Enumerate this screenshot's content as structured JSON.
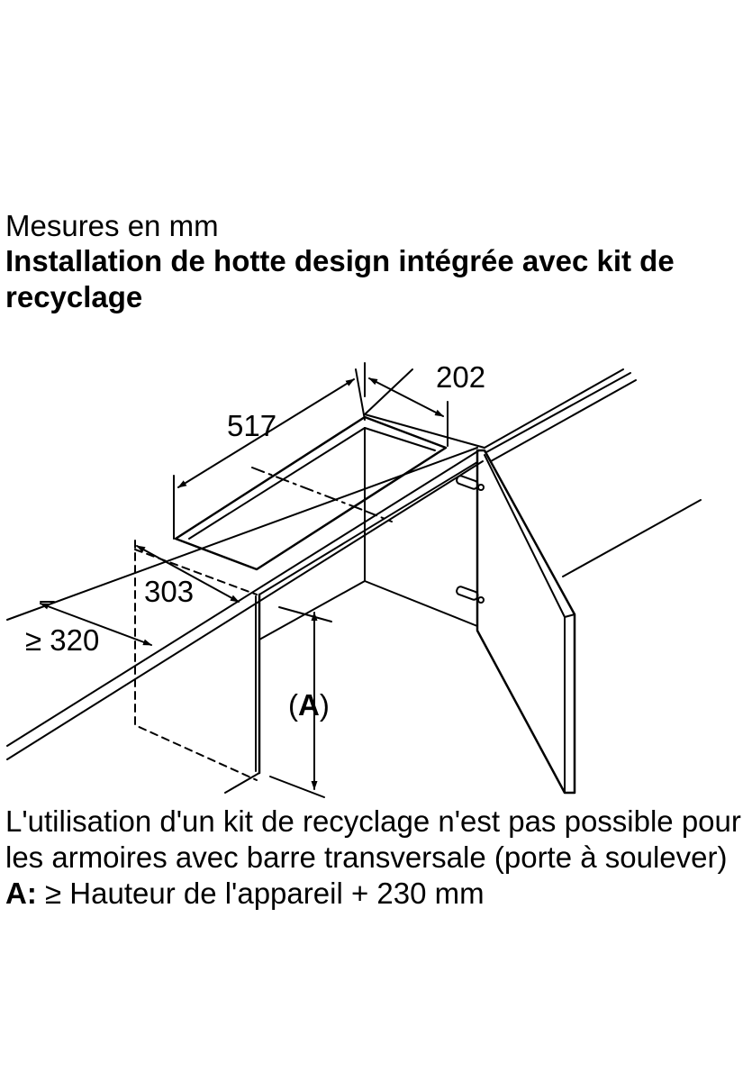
{
  "header": {
    "units": "Mesures en mm",
    "title": "Installation de hotte design intégrée avec kit de recyclage"
  },
  "diagram": {
    "dim_width": "517",
    "dim_depth": "202",
    "dim_offset": "303",
    "dim_min_depth": "≥ 320",
    "dim_a_label": "A"
  },
  "footer": {
    "note": "L'utilisation d'un kit de recyclage n'est pas possible pour les armoires avec barre transversale (porte à soulever)",
    "a_key": "A:",
    "a_text": " ≥ Hauteur de l'appareil + 230 mm"
  }
}
